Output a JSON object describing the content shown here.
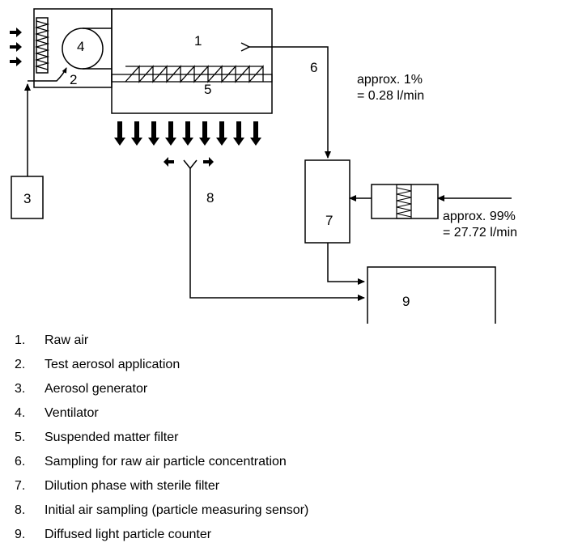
{
  "diagram": {
    "labels": {
      "n1": "1",
      "n2": "2",
      "n3": "3",
      "n4": "4",
      "n5": "5",
      "n6": "6",
      "n7": "7",
      "n8": "8",
      "n9": "9"
    },
    "notes": {
      "sample_line1": "approx. 1%",
      "sample_line2": "= 0.28 l/min",
      "dilution_line1": "approx. 99%",
      "dilution_line2": "= 27.72 l/min"
    }
  },
  "legend": [
    {
      "num": "1.",
      "text": "Raw air"
    },
    {
      "num": "2.",
      "text": "Test aerosol application"
    },
    {
      "num": "3.",
      "text": "Aerosol generator"
    },
    {
      "num": "4.",
      "text": "Ventilator"
    },
    {
      "num": "5.",
      "text": "Suspended matter filter"
    },
    {
      "num": "6.",
      "text": "Sampling for raw air particle concentration"
    },
    {
      "num": "7.",
      "text": "Dilution phase with sterile filter"
    },
    {
      "num": "8.",
      "text": "Initial air sampling (particle measuring sensor)"
    },
    {
      "num": "9.",
      "text": "Diffused light particle counter"
    }
  ]
}
